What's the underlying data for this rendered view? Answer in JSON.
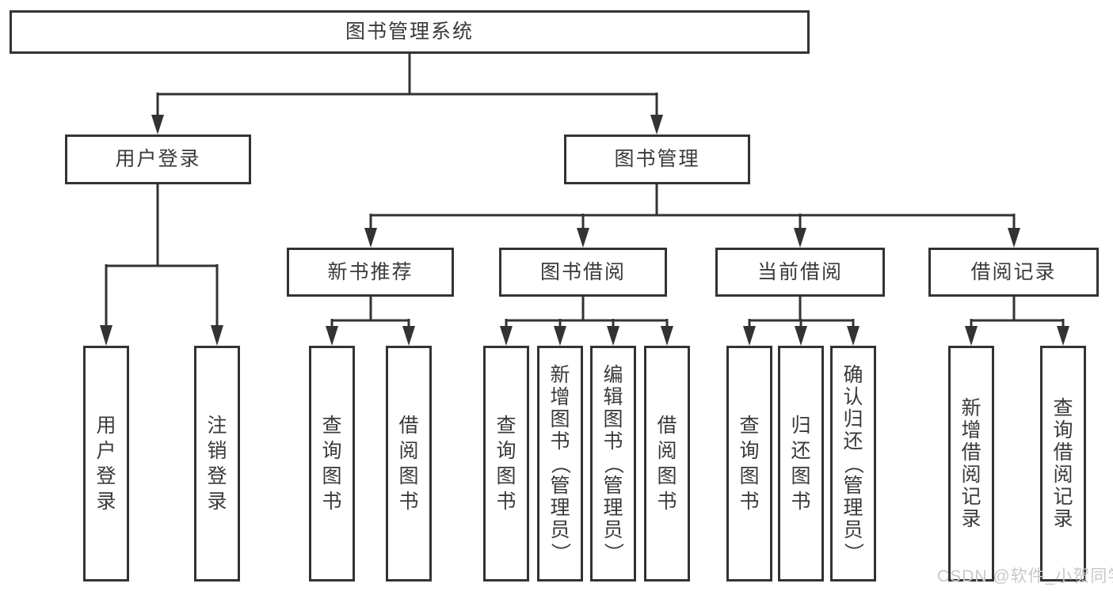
{
  "diagram": {
    "type": "hierarchy",
    "root": {
      "label": "图书管理系统",
      "children": [
        {
          "label": "用户登录",
          "children": [
            {
              "label": "用户登录"
            },
            {
              "label": "注销登录"
            }
          ]
        },
        {
          "label": "图书管理",
          "children": [
            {
              "label": "新书推荐",
              "children": [
                {
                  "label": "查询图书"
                },
                {
                  "label": "借阅图书"
                }
              ]
            },
            {
              "label": "图书借阅",
              "children": [
                {
                  "label": "查询图书"
                },
                {
                  "label": "新增图书（管理员）"
                },
                {
                  "label": "编辑图书（管理员）"
                },
                {
                  "label": "借阅图书"
                }
              ]
            },
            {
              "label": "当前借阅",
              "children": [
                {
                  "label": "查询图书"
                },
                {
                  "label": "归还图书"
                },
                {
                  "label": "确认归还（管理员）"
                }
              ]
            },
            {
              "label": "借阅记录",
              "children": [
                {
                  "label": "新增借阅记录"
                },
                {
                  "label": "查询借阅记录"
                }
              ]
            }
          ]
        }
      ]
    }
  },
  "watermark": {
    "text": "CSDN @软件_小贺同学"
  },
  "colors": {
    "line": "#333333",
    "text": "#3a3a3a",
    "background": "#ffffff",
    "watermark_text": "#c8c8c8"
  }
}
